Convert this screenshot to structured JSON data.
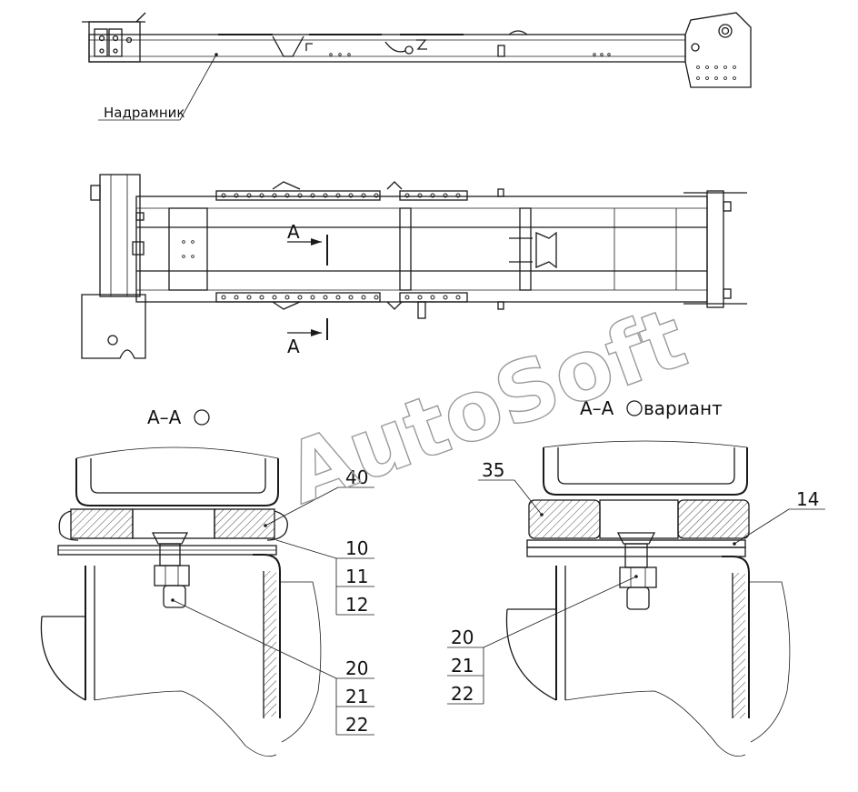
{
  "labels": {
    "nadramnik": "Надрамник",
    "section_a_top": "A",
    "section_a_bottom": "A",
    "section_left_title": "A–A",
    "section_right_title": "A–A",
    "section_right_variant": "вариант",
    "callouts_left": [
      "40",
      "10",
      "11",
      "12",
      "20",
      "21",
      "22"
    ],
    "callouts_right": [
      "35",
      "14",
      "20",
      "21",
      "22"
    ]
  },
  "watermark": "AutoSoft",
  "colors": {
    "line": "#1a1a1a",
    "watermark": "#9a9a9a",
    "background": "#ffffff"
  }
}
